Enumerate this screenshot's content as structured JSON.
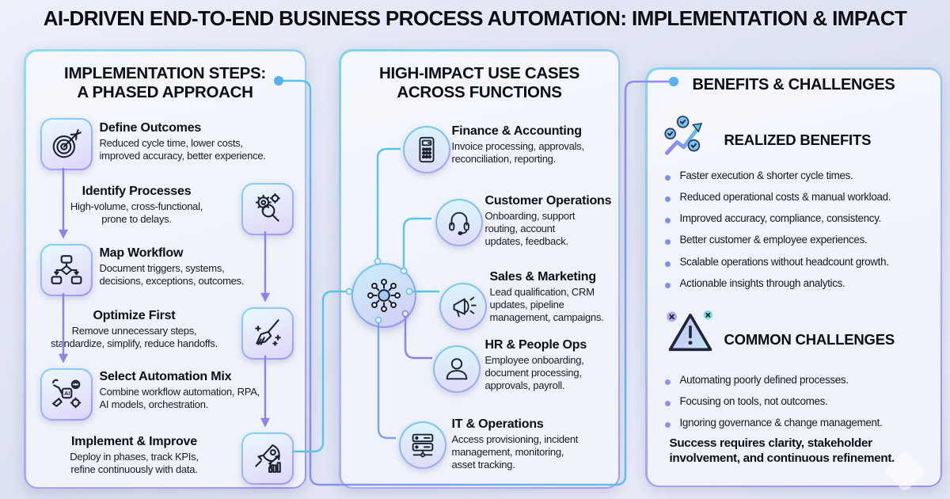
{
  "page": {
    "title": "AI-DRIVEN END-TO-END BUSINESS PROCESS AUTOMATION: IMPLEMENTATION & IMPACT"
  },
  "colors": {
    "accent_cyan": "#5BC8E8",
    "accent_purple": "#8F7EF0",
    "bullet_blue": "#7D90EE",
    "bullet_purple": "#9A8CF2",
    "panel_fill": "#F2F5FB",
    "text_dark": "#0C0F16"
  },
  "left_panel": {
    "title": "IMPLEMENTATION STEPS:\nA PHASED APPROACH",
    "steps": [
      {
        "icon": "target-icon",
        "title": "Define Outcomes",
        "description": "Reduced cycle time, lower costs,\nimproved accuracy, better experience."
      },
      {
        "icon": "gear-magnifier-icon",
        "title": "Identify Processes",
        "description": "High-volume, cross-functional,\nprone to delays."
      },
      {
        "icon": "flowchart-icon",
        "title": "Map Workflow",
        "description": "Document triggers, systems,\ndecisions, exceptions, outcomes."
      },
      {
        "icon": "broom-icon",
        "title": "Optimize First",
        "description": "Remove unnecessary steps,\nstandardize, simplify, reduce handoffs."
      },
      {
        "icon": "robot-arm-ai-icon",
        "title": "Select Automation Mix",
        "description": "Combine workflow automation, RPA,\nAI models, orchestration."
      },
      {
        "icon": "rocket-chart-icon",
        "title": "Implement & Improve",
        "description": "Deploy in phases, track KPIs,\nrefine continuously with data."
      }
    ]
  },
  "middle_panel": {
    "title": "HIGH-IMPACT USE CASES\nACROSS FUNCTIONS",
    "hub_icon": "network-hub-icon",
    "use_cases": [
      {
        "icon": "calculator-icon",
        "title": "Finance & Accounting",
        "description": "Invoice processing, approvals,\nreconciliation, reporting."
      },
      {
        "icon": "headset-icon",
        "title": "Customer Operations",
        "description": "Onboarding, support\nrouting, account\nupdates, feedback."
      },
      {
        "icon": "megaphone-icon",
        "title": "Sales & Marketing",
        "description": "Lead qualification, CRM\nupdates, pipeline\nmanagement, campaigns."
      },
      {
        "icon": "person-icon",
        "title": "HR & People Ops",
        "description": "Employee onboarding,\ndocument processing,\napprovals, payroll."
      },
      {
        "icon": "server-icon",
        "title": "IT & Operations",
        "description": "Access provisioning, incident\nmanagement, monitoring,\nasset tracking."
      }
    ]
  },
  "right_panel": {
    "title": "BENEFITS & CHALLENGES",
    "benefits": {
      "icon": "trend-up-checks-icon",
      "heading": "REALIZED BENEFITS",
      "items": [
        "Faster execution & shorter cycle times.",
        "Reduced operational costs & manual workload.",
        "Improved accuracy, compliance, consistency.",
        "Better customer & employee experiences.",
        "Scalable operations without headcount growth.",
        "Actionable insights through analytics."
      ]
    },
    "challenges": {
      "icon": "warning-triangle-icon",
      "heading": "COMMON CHALLENGES",
      "items": [
        "Automating poorly defined processes.",
        "Focusing on tools, not outcomes.",
        "Ignoring governance & change management."
      ],
      "summary": "Success requires clarity, stakeholder\ninvolvement, and continuous refinement."
    }
  }
}
